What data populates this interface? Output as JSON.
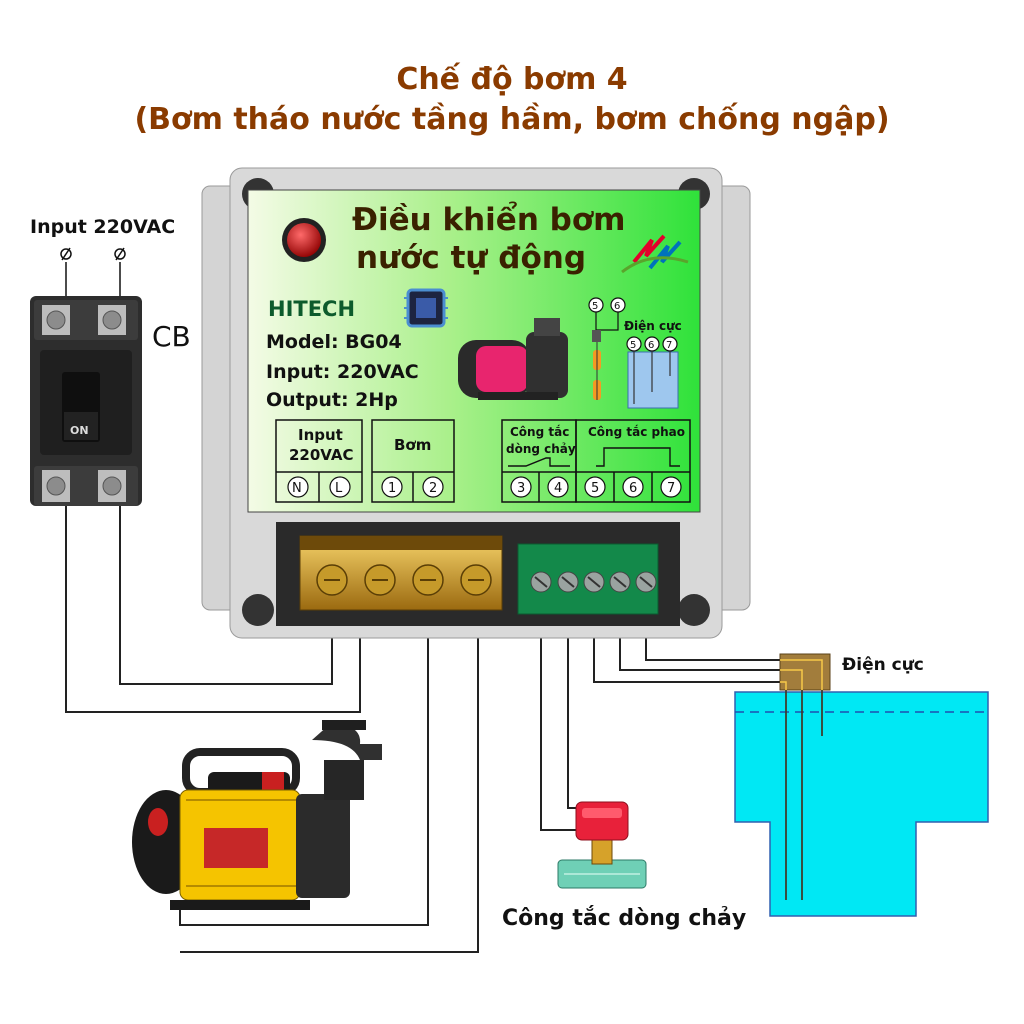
{
  "title": "Chế độ bơm 4",
  "subtitle": "(Bơm tháo nước tầng hầm, bơm chống ngập)",
  "power_input_label": "Input 220VAC",
  "breaker": {
    "label": "CB",
    "switch_text": "ON"
  },
  "controller": {
    "heading_line1": "Điều khiển bơm",
    "heading_line2": "nước tự động",
    "brand": "HITECH",
    "model": "Model:  BG04",
    "input": "Input: 220VAC",
    "output": "Output: 2Hp",
    "terminal_groups": {
      "input": {
        "label_line1": "Input",
        "label_line2": "220VAC",
        "terminals": [
          "N",
          "L"
        ]
      },
      "pump": {
        "label": "Bơm",
        "terminals": [
          "1",
          "2"
        ]
      },
      "flow_switch": {
        "label_line1": "Công tắc",
        "label_line2": "dòng chảy",
        "terminals": [
          "3",
          "4"
        ]
      },
      "float_switch": {
        "label": "Công tắc phao",
        "terminals": [
          "5",
          "6",
          "7"
        ]
      }
    },
    "electrode_inset": {
      "label": "Điện cực",
      "top_terminals": [
        "5",
        "6"
      ],
      "bottom_terminals": [
        "5",
        "6",
        "7"
      ]
    }
  },
  "electrode_label": "Điện cực",
  "flow_switch_label": "Công tắc dòng chảy",
  "colors": {
    "title": "#8a3b00",
    "panel_gradient_start": "#f4fbe6",
    "panel_gradient_end": "#2fe23a",
    "enclosure": "#cfcfcf",
    "water": "#00e8f4",
    "pump_body": "#f5c400",
    "flow_switch_cap": "#e8213a"
  }
}
